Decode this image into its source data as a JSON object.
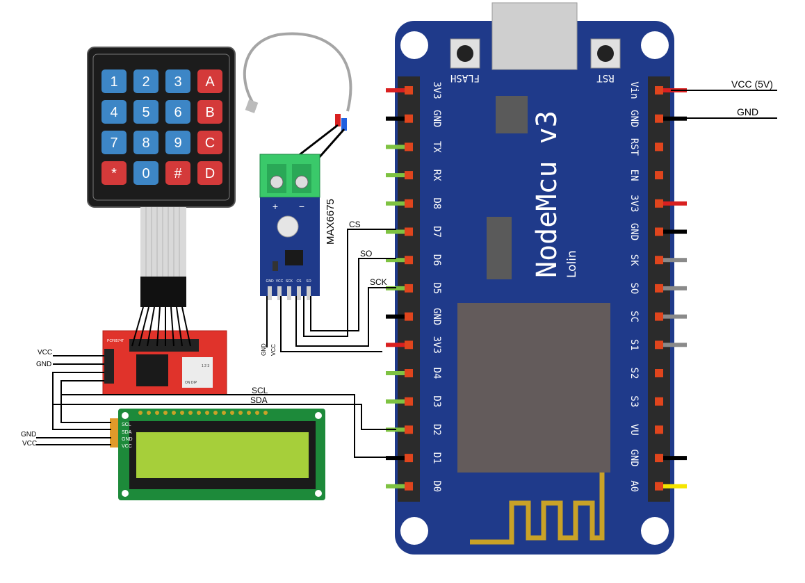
{
  "board": {
    "title": "NodeMcu v3",
    "subtitle": "Lolin",
    "flash_label": "FLASH",
    "rst_label": "RST",
    "left_pins": [
      "3V3",
      "GND",
      "TX",
      "RX",
      "D8",
      "D7",
      "D6",
      "D5",
      "GND",
      "3V3",
      "D4",
      "D3",
      "D2",
      "D1",
      "D0"
    ],
    "right_pins": [
      "Vin",
      "GND",
      "RST",
      "EN",
      "3V3",
      "GND",
      "SK",
      "SO",
      "SC",
      "S1",
      "S2",
      "S3",
      "VU",
      "GND",
      "A0"
    ]
  },
  "keypad": {
    "keys": [
      [
        "1",
        "2",
        "3",
        "A"
      ],
      [
        "4",
        "5",
        "6",
        "B"
      ],
      [
        "7",
        "8",
        "9",
        "C"
      ],
      [
        "*",
        "0",
        "#",
        "D"
      ]
    ]
  },
  "sensor": {
    "name": "MAX6675",
    "plus": "+",
    "minus": "−",
    "pins": [
      "GND",
      "VCC",
      "SCK",
      "CS",
      "SO"
    ]
  },
  "i2c_module": {
    "name": "PCF8574T",
    "on_dip": "ON DIP",
    "switch_numbers": "1 2 3",
    "pins": [
      "SCL",
      "SDA",
      "GND",
      "VCC"
    ]
  },
  "lcd": {
    "pins": [
      "SCL",
      "SDA",
      "GND",
      "VCC"
    ]
  },
  "wire_labels": {
    "vcc_5v": "VCC (5V)",
    "gnd_right": "GND",
    "cs": "CS",
    "so": "SO",
    "sck": "SCK",
    "scl": "SCL",
    "sda": "SDA",
    "i2c_vcc": "VCC",
    "i2c_gnd": "GND",
    "lcd_gnd": "GND",
    "lcd_vcc": "VCC",
    "sensor_gnd": "GND",
    "sensor_vcc": "VCC"
  },
  "colors": {
    "board": "#1f3a8a",
    "pin_green": "#7ec242",
    "pin_red": "#d92020",
    "pin_black": "#000000",
    "pin_gray": "#8a8a8a",
    "pin_yellow": "#f5e500",
    "antenna": "#c9a227",
    "lcd_screen": "#a6cf3a"
  }
}
